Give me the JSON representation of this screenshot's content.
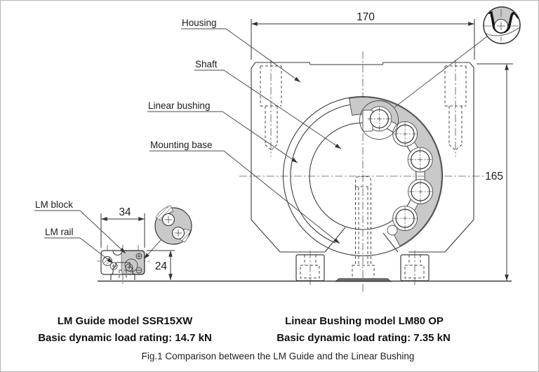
{
  "labels": {
    "housing": "Housing",
    "shaft": "Shaft",
    "linear_bushing": "Linear bushing",
    "mounting_base": "Mounting base",
    "lm_block": "LM block",
    "lm_rail": "LM rail"
  },
  "dimensions": {
    "bushing_width": "170",
    "bushing_height": "165",
    "guide_width": "34",
    "guide_height": "24"
  },
  "captions": {
    "lm_guide": {
      "title": "LM Guide model SSR15XW",
      "rating": "Basic dynamic load rating: 14.7 kN"
    },
    "linear_bushing": {
      "title": "Linear Bushing model LM80 OP",
      "rating": "Basic dynamic load rating: 7.35 kN"
    },
    "figure": "Fig.1 Comparison between the LM Guide and the Linear Bushing"
  },
  "colors": {
    "line": "#3a3a3a",
    "shade_gray": "#c9c9c9",
    "dark_plate": "#777777",
    "background": "#ffffff",
    "border": "#b2b2b2"
  }
}
